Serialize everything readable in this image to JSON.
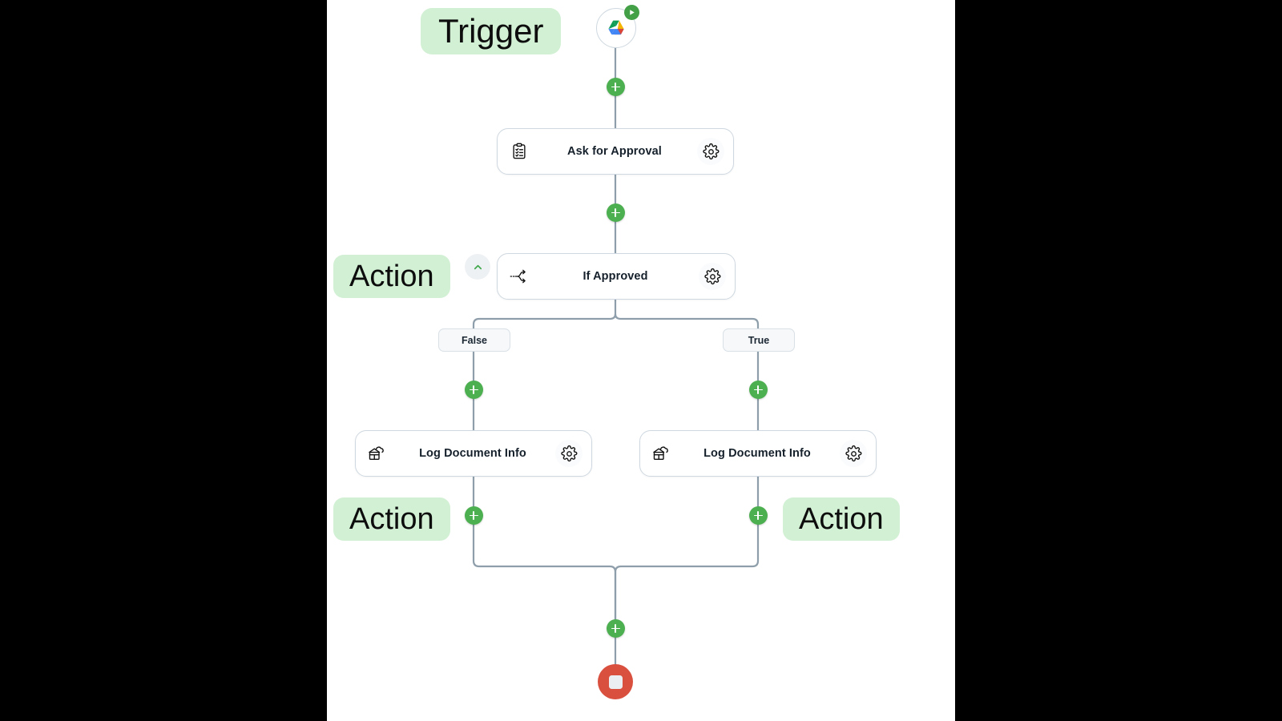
{
  "canvas": {
    "background": "#ffffff",
    "letterbox_color": "#000000",
    "connector_color": "#8e9eaa",
    "accent_green": "#4caf50",
    "badge_green_bg": "#d2f0d4",
    "stop_red": "#d9503f"
  },
  "annotations": [
    {
      "id": "trigger-annot",
      "label": "Trigger"
    },
    {
      "id": "action-annot-main",
      "label": "Action"
    },
    {
      "id": "action-annot-false",
      "label": "Action"
    },
    {
      "id": "action-annot-true",
      "label": "Action"
    }
  ],
  "trigger": {
    "name": "google-drive-trigger",
    "icon": "google-drive-icon",
    "play_badge": "play-icon"
  },
  "nodes": [
    {
      "id": "ask-for-approval",
      "title": "Ask for Approval",
      "icon": "clipboard-checklist-icon",
      "gear": "gear-icon"
    },
    {
      "id": "if-approved",
      "title": "If Approved",
      "icon": "branch-split-icon",
      "gear": "gear-icon"
    },
    {
      "id": "log-document-info-false",
      "title": "Log Document Info",
      "icon": "cloud-database-icon",
      "gear": "gear-icon"
    },
    {
      "id": "log-document-info-true",
      "title": "Log Document Info",
      "icon": "cloud-database-icon",
      "gear": "gear-icon"
    }
  ],
  "branches": [
    {
      "id": "branch-false",
      "label": "False"
    },
    {
      "id": "branch-true",
      "label": "True"
    }
  ],
  "controls": {
    "collapse_icon": "chevron-up-icon",
    "add_icon": "plus-icon",
    "stop_icon": "stop-square-icon"
  },
  "add_buttons": [
    {
      "id": "add-after-trigger"
    },
    {
      "id": "add-after-approval"
    },
    {
      "id": "add-false-before-log"
    },
    {
      "id": "add-true-before-log"
    },
    {
      "id": "add-false-after-log"
    },
    {
      "id": "add-true-after-log"
    },
    {
      "id": "add-before-end"
    }
  ]
}
